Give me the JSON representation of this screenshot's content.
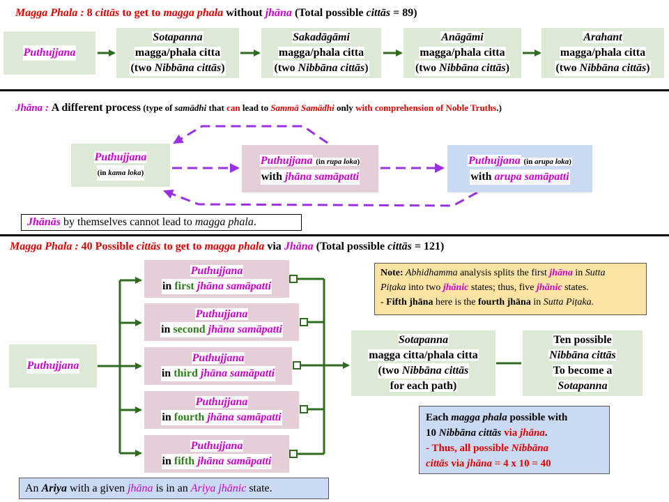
{
  "sec1": {
    "title_a": "Magga Phala : ",
    "title_b": "8 ",
    "title_c": "cittās",
    "title_d": " to get to ",
    "title_e": "magga phala",
    "title_f": " without ",
    "title_g": "jhāna",
    "title_h": " (Total possible ",
    "title_i": "cittās",
    "title_j": " = 89)",
    "puthujjana": "Puthujjana",
    "stages": [
      {
        "name": "Sotapanna",
        "line2": "magga/phala citta",
        "line3a": "(two ",
        "line3b": "Nibbāna cittās",
        "line3c": ")"
      },
      {
        "name": "Sakadāgāmi",
        "line2": "magga/phala citta",
        "line3a": "(two ",
        "line3b": "Nibbāna cittās",
        "line3c": ")"
      },
      {
        "name": "Anāgāmi",
        "line2": "magga/phala citta",
        "line3a": "(two ",
        "line3b": "Nibbāna cittās",
        "line3c": ")"
      },
      {
        "name": "Arahant",
        "line2": "magga/phala citta",
        "line3a": "(two ",
        "line3b": "Nibbāna cittās",
        "line3c": ")"
      }
    ]
  },
  "sec2": {
    "title_a": "Jhāna : ",
    "title_b": "A different process",
    "title_c": " (type of ",
    "title_d": "samādhi",
    "title_e": " that ",
    "title_f": "can",
    "title_g": " lead to ",
    "title_h": "Sammā Samādhi",
    "title_i": " only ",
    "title_j": "with comprehension of Noble Truths",
    "title_k": ".)",
    "box1_name": "Puthujjana",
    "box1_sub_a": "(in ",
    "box1_sub_b": "kama loka",
    "box1_sub_c": ")",
    "box2_name": "Puthujjana",
    "box2_sub_a": " (in ",
    "box2_sub_b": "rupa loka",
    "box2_sub_c": ")",
    "box2_line2a": "with ",
    "box2_line2b": "jhāna samāpatti",
    "box3_name": "Puthujjana",
    "box3_sub_a": " (in ",
    "box3_sub_b": "arupa loka",
    "box3_sub_c": ")",
    "box3_line2a": "with ",
    "box3_line2b": "arupa samāpatti",
    "note_a": "Jhānās",
    "note_b": " by themselves cannot lead to ",
    "note_c": "magga phala",
    "note_d": "."
  },
  "sec3": {
    "title_a": "Magga Phala : ",
    "title_b": "40 Possible ",
    "title_c": "cittās",
    "title_d": " to get to ",
    "title_e": "magga phala",
    "title_f": " via ",
    "title_g": "Jhāna",
    "title_h": " (Total possible ",
    "title_i": "cittās",
    "title_j": " = 121)",
    "puthujjana": "Puthujjana",
    "jhana_boxes": [
      {
        "name": "Puthujjana",
        "in": "in ",
        "ord": "first",
        "js": " jhāna samāpatti"
      },
      {
        "name": "Puthujjana",
        "in": "in ",
        "ord": "second",
        "js": " jhāna samāpatti"
      },
      {
        "name": "Puthujjana",
        "in": "in ",
        "ord": "third",
        "js": " jhāna samāpatti"
      },
      {
        "name": "Puthujjana",
        "in": "in ",
        "ord": "fourth",
        "js": " jhāna samāpatti"
      },
      {
        "name": "Puthujjana",
        "in": "in ",
        "ord": "fifth",
        "js": " jhāna samāpatti"
      }
    ],
    "sot_name": "Sotapanna",
    "sot_line2": "magga citta/phala citta",
    "sot_line3a": "(two ",
    "sot_line3b": "Nibbāna cittās",
    "sot_line4": "for each path)",
    "ten_line1": "Ten possible",
    "ten_line2": "Nibbāna cittās",
    "ten_line3": "To become a",
    "ten_line4": "Sotapanna",
    "note": {
      "label": "Note:",
      "t1": " Abhidhamma",
      "t2": " analysis splits the first ",
      "t3": "jhāna",
      "t4": " in ",
      "t5": "Sutta",
      "t6": "Piṭaka",
      "t7": " into two ",
      "t8": "jhānic",
      "t9": " states; thus, five ",
      "t10": "jhānic",
      "t11": " states.",
      "t12": "- ",
      "t13": "Fifth jhāna",
      "t14": " here is the ",
      "t15": "fourth jhāna",
      "t16": " in ",
      "t17": "Sutta Piṭaka."
    },
    "each": {
      "l1a": "Each ",
      "l1b": "magga phala",
      "l1c": " possible with",
      "l2a": "10 ",
      "l2b": "Nibbāna cittās",
      "l2c": " via ",
      "l2d": "jhāna",
      "l2e": ".",
      "l3a": "- Thus, all possible ",
      "l3b": "Nibbāna",
      "l4a": "cittās",
      "l4b": " via ",
      "l4c": "jhāna",
      "l4d": " = 4 x 10 = 40"
    },
    "ariya_a": "An ",
    "ariya_b": "Ariya",
    "ariya_c": " with a given ",
    "ariya_d": "jhāna",
    "ariya_e": " is in an ",
    "ariya_f": "Ariya jhānic",
    "ariya_g": " state."
  },
  "colors": {
    "magenta": "#cc00cc",
    "red": "#e00000",
    "purple": "#8a2be2",
    "green_arrow": "#2e6b1e",
    "dark_green": "#2e7d1e"
  }
}
